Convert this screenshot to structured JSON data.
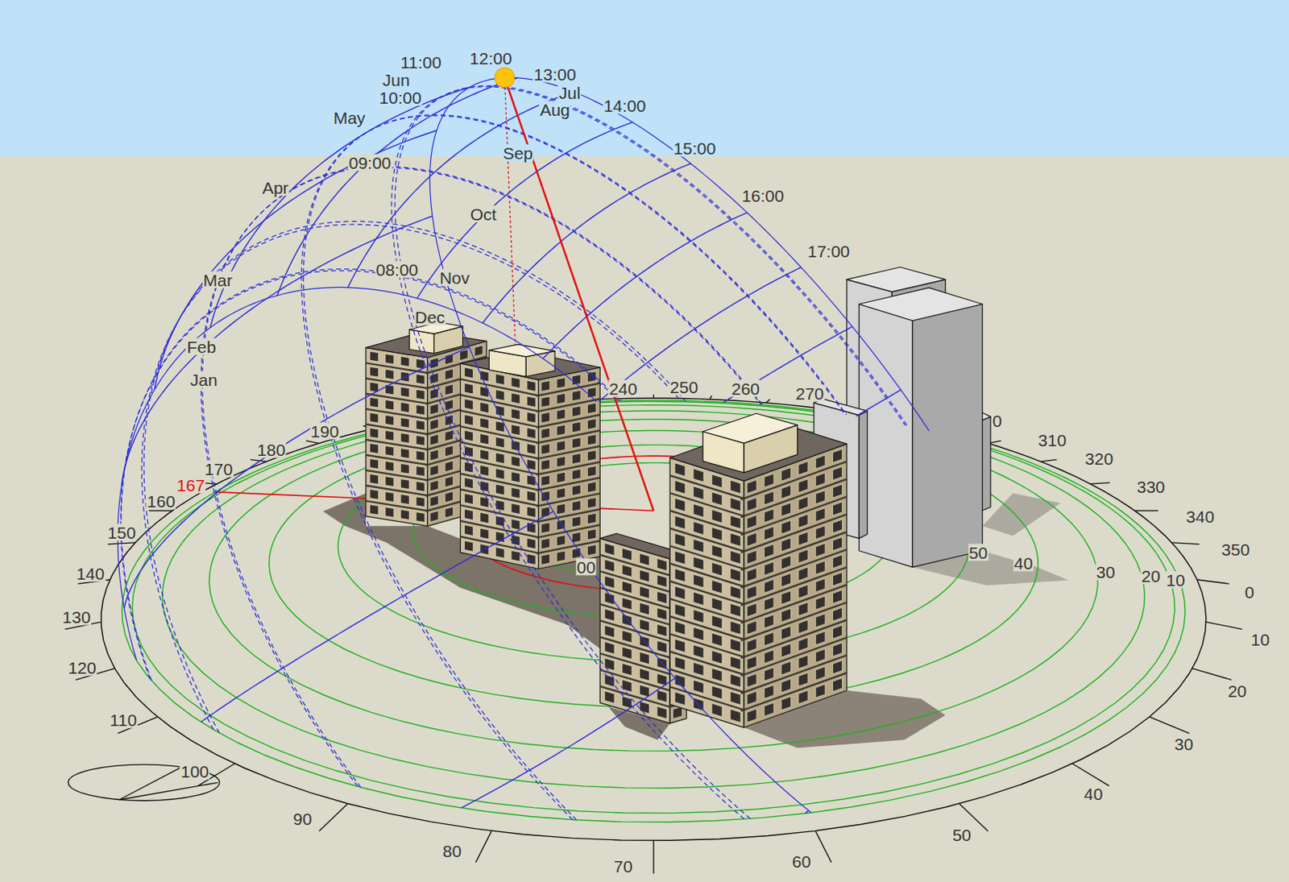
{
  "diagram": {
    "labels": [
      "11:00",
      "12:00",
      "Jun",
      "13:00",
      "10:00",
      "Jul",
      "May",
      "14:00",
      "Aug",
      "15:00",
      "Sep",
      "09:00",
      "Apr",
      "16:00",
      "Oct",
      "17:00",
      "08:00",
      "Mar",
      "Nov",
      "Dec",
      "Feb",
      "Jan",
      "240",
      "250",
      "260",
      "270",
      "190",
      "180",
      "170",
      "167",
      "160",
      "150",
      "140",
      "130",
      "120",
      "110",
      "100",
      "90",
      "80",
      "70",
      "60",
      "50",
      "40",
      "30",
      "20",
      "10",
      "0",
      "350",
      "340",
      "330",
      "320",
      "310",
      "0",
      "50",
      "40",
      "30",
      "20",
      "10",
      "00"
    ]
  }
}
